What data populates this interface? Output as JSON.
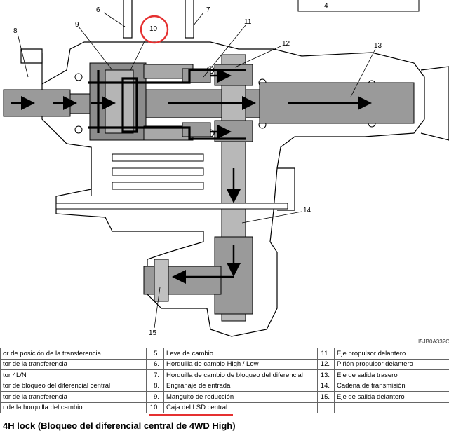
{
  "diagram": {
    "callouts": [
      "6",
      "7",
      "8",
      "9",
      "10",
      "11",
      "12",
      "13",
      "14",
      "15",
      "4"
    ],
    "highlight_color": "#e53030",
    "shaded_color": "#9a9a9a",
    "image_code": "I5JB0A332C"
  },
  "legend": {
    "rows": [
      [
        "or de posición de la transferencia",
        "5.",
        "Leva de cambio",
        "11.",
        "Eje propulsor delantero"
      ],
      [
        "tor de la transferencia",
        "6.",
        "Horquilla de cambio High / Low",
        "12.",
        "Piñón propulsor delantero"
      ],
      [
        "tor 4L/N",
        "7.",
        "Horquilla de cambio de bloqueo del diferencial",
        "13.",
        "Eje de salida trasero"
      ],
      [
        "tor de bloqueo del diferencial central",
        "8.",
        "Engranaje de entrada",
        "14.",
        "Cadena de transmisión"
      ],
      [
        "tor de la transferencia",
        "9.",
        "Manguito de reducción",
        "15.",
        "Eje de salida delantero"
      ],
      [
        "r de la horquilla del cambio",
        "10.",
        "Caja del LSD central",
        "",
        ""
      ]
    ]
  },
  "footer_heading": "4H lock (Bloqueo del diferencial central de 4WD High)"
}
